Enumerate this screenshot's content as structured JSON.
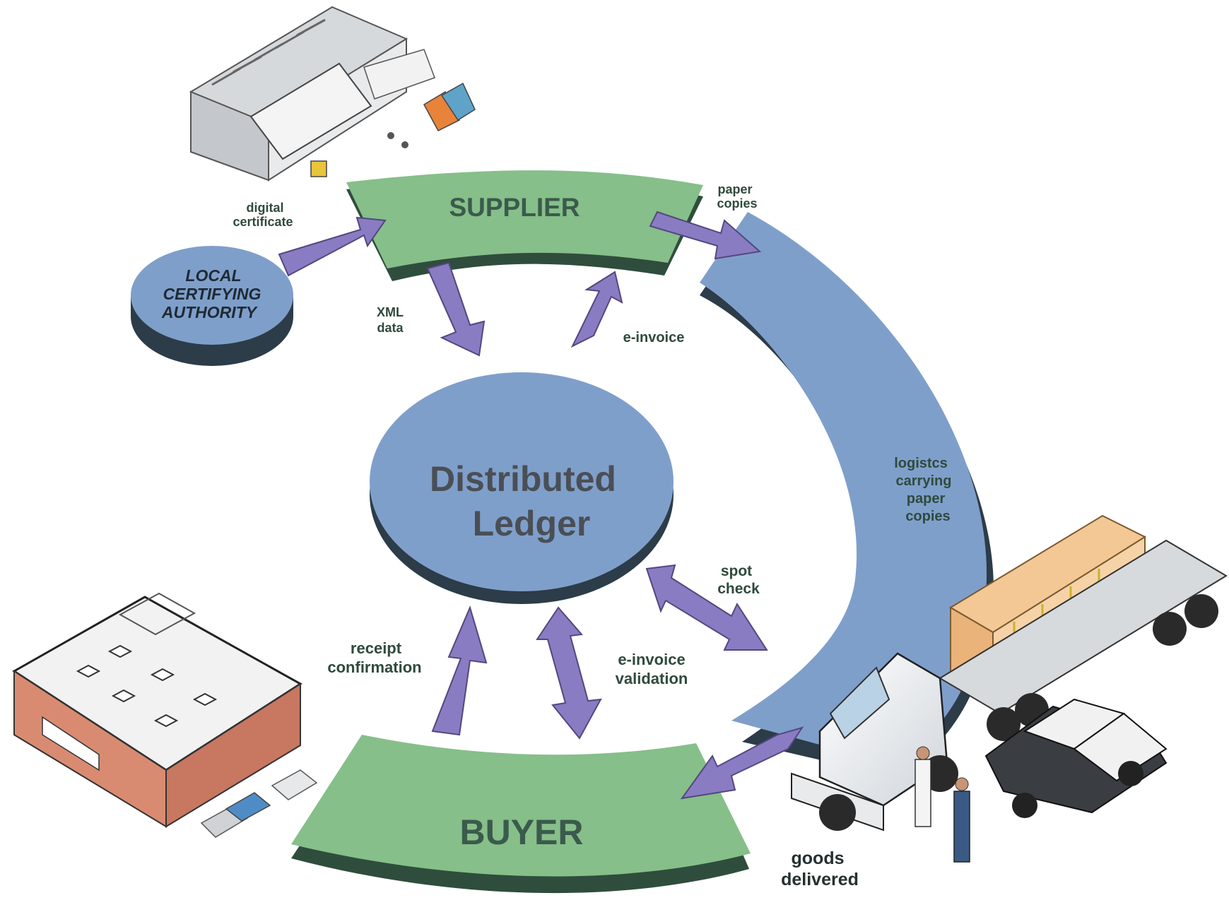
{
  "nodes": {
    "supplier": "SUPPLIER",
    "buyer": "BUYER",
    "ledger_line1": "Distributed",
    "ledger_line2": "Ledger",
    "authority_line1": "LOCAL",
    "authority_line2": "CERTIFYING",
    "authority_line3": "AUTHORITY"
  },
  "flows": {
    "digital_certificate": [
      "digital",
      "certificate"
    ],
    "paper_copies": [
      "paper",
      "copies"
    ],
    "xml_data": [
      "XML",
      "data"
    ],
    "e_invoice": "e-invoice",
    "logistics": [
      "logistcs",
      "carrying",
      "paper",
      "copies"
    ],
    "spot_check": [
      "spot",
      "check"
    ],
    "receipt_confirmation": [
      "receipt",
      "confirmation"
    ],
    "e_invoice_validation": [
      "e-invoice",
      "validation"
    ],
    "goods_delivered": [
      "goods",
      "delivered"
    ]
  },
  "colors": {
    "green_band": "#86bf89",
    "green_band_dark": "#2f4d3c",
    "blue_circle": "#7f9fcb",
    "blue_dark": "#2c3c48",
    "arrow": "#8a7cc2",
    "arrow_dark": "#54477f"
  }
}
